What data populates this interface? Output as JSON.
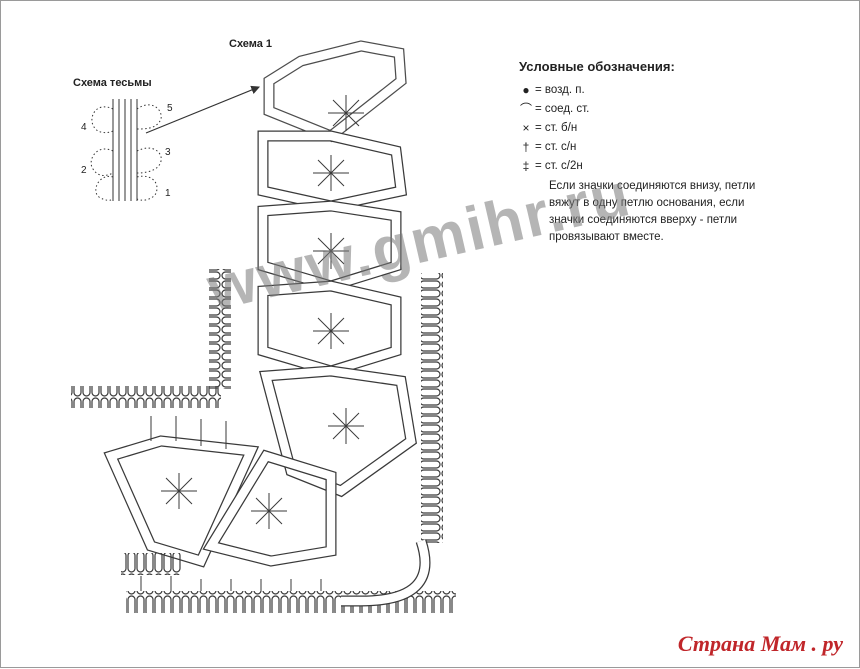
{
  "scheme1_label": "Схема 1",
  "tape_scheme_label": "Схема тесьмы",
  "tape_row_numbers": [
    "5",
    "4",
    "3",
    "2",
    "1"
  ],
  "legend": {
    "title": "Условные обозначения:",
    "items": [
      {
        "symbol": "●",
        "icon": "dot-icon",
        "text": "= возд. п."
      },
      {
        "symbol": "⌒",
        "icon": "arc-icon",
        "text": "= соед. ст."
      },
      {
        "symbol": "×",
        "icon": "cross-icon",
        "text": "= ст. б/н"
      },
      {
        "symbol": "†",
        "icon": "dc-icon",
        "text": "= ст. с/н"
      },
      {
        "symbol": "‡",
        "icon": "tr-icon",
        "text": "= ст. с/2н"
      }
    ],
    "note_lines": [
      "Если значки соединяются внизу, петли",
      "вяжут в одну петлю основания, если",
      "значки соединяются вверху - петли",
      "провязывают вместе."
    ]
  },
  "watermark": "www.gmihr.ru",
  "brand": "Страна Мам . ру",
  "colors": {
    "line": "#3a3a3a",
    "watermark": "#8a8a8a",
    "brand": "#c0262a"
  }
}
